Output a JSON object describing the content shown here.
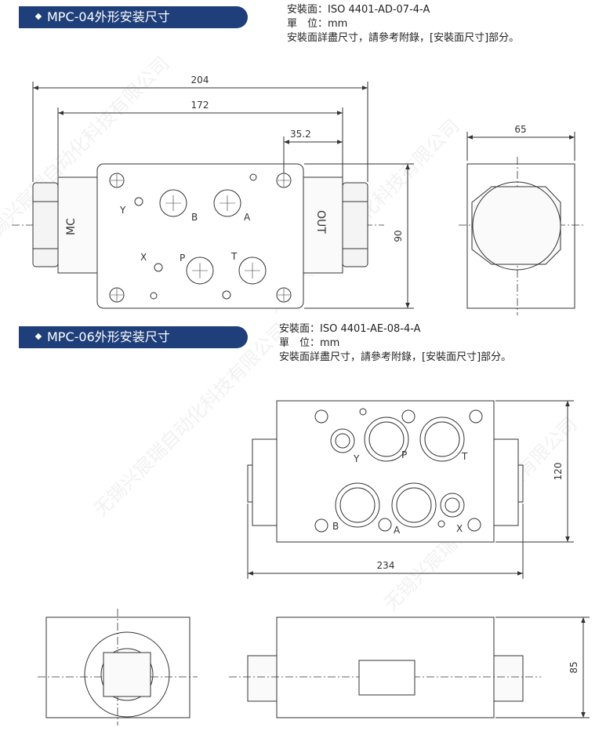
{
  "watermark": "无锡兴宸瑞自动化科技有限公司",
  "section1": {
    "title": "MPC-04外形安装尺寸",
    "spec_line1": "安裝面：ISO 4401-AD-07-4-A",
    "spec_line2": "單　位：mm",
    "spec_line3": "安裝面詳盡尺寸，請參考附錄，[安裝面尺寸]部分。",
    "dims": {
      "overall": "204",
      "body": "172",
      "offset": "35.2",
      "side_width": "65",
      "height": "90"
    },
    "labels": {
      "mc": "MC",
      "out": "OUT",
      "y": "Y",
      "b": "B",
      "a": "A",
      "x": "X",
      "p": "P",
      "t": "T"
    }
  },
  "section2": {
    "title": "MPC-06外形安装尺寸",
    "spec_line1": "安裝面：ISO 4401-AE-08-4-A",
    "spec_line2": "單　位：mm",
    "spec_line3": "安裝面詳盡尺寸，請參考附錄，[安裝面尺寸]部分。",
    "dims": {
      "height": "120",
      "overall": "234",
      "side_height": "85"
    },
    "labels": {
      "y": "Y",
      "p": "P",
      "t": "T",
      "b": "B",
      "a": "A",
      "x": "X"
    }
  }
}
